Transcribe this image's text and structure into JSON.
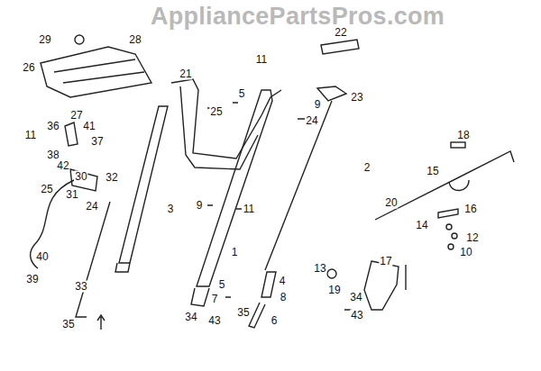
{
  "diagram": {
    "labels": [
      "AppliancePartsPros.com",
      "29",
      "28",
      "26",
      "22",
      "21",
      "11",
      "23",
      "5",
      "25",
      "24",
      "9",
      "2",
      "27",
      "36",
      "41",
      "11",
      "37",
      "38",
      "42",
      "30",
      "32",
      "25",
      "31",
      "24",
      "3",
      "9",
      "11",
      "1",
      "40",
      "39",
      "33",
      "35",
      "18",
      "15",
      "16",
      "20",
      "14",
      "12",
      "10",
      "13",
      "19",
      "17",
      "34",
      "43",
      "5",
      "7",
      "4",
      "8",
      "34",
      "43",
      "35",
      "6"
    ]
  }
}
